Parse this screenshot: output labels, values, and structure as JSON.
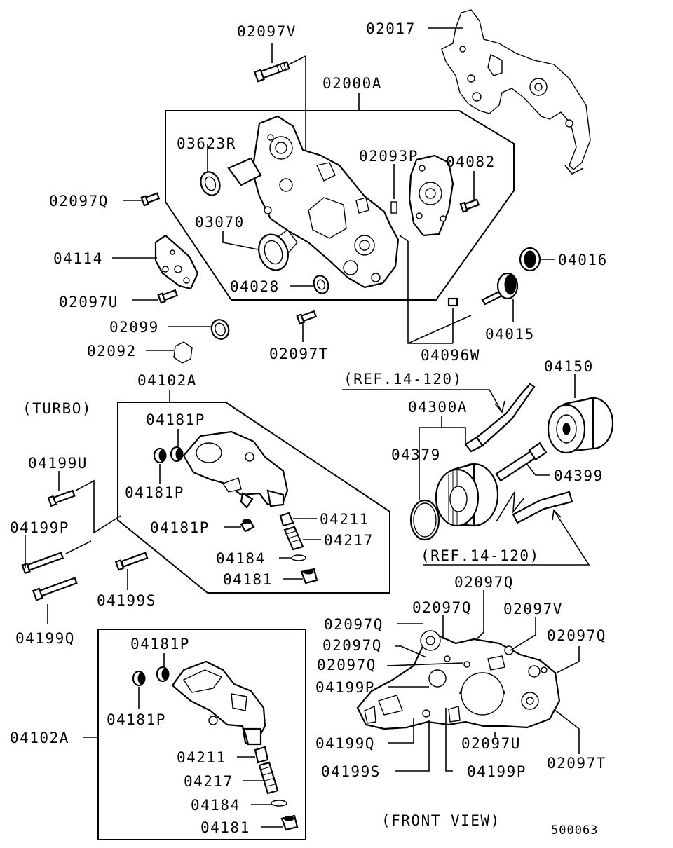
{
  "labels": {
    "p02097V_top": "02097V",
    "p02017": "02017",
    "p02000A": "02000A",
    "p03623R": "03623R",
    "p02093P": "02093P",
    "p04082": "04082",
    "p02097Q_left": "02097Q",
    "p03070": "03070",
    "p04114": "04114",
    "p04016": "04016",
    "p04028": "04028",
    "p02097U_left": "02097U",
    "p04015": "04015",
    "p02099": "02099",
    "p02092": "02092",
    "p02097T_mid": "02097T",
    "p04096W": "04096W",
    "p04102A_turbo": "04102A",
    "turbo": "(TURBO)",
    "ref_top": "(REF.14-120)",
    "p04150": "04150",
    "p04300A": "04300A",
    "p04181P_a": "04181P",
    "p04199U": "04199U",
    "p04379": "04379",
    "p04399": "04399",
    "p04181P_b": "04181P",
    "p04199P_left": "04199P",
    "p04181P_c": "04181P",
    "p04211_turbo": "04211",
    "p04217_turbo": "04217",
    "ref_bottom": "(REF.14-120)",
    "p04184_turbo": "04184",
    "p04181_turbo": "04181",
    "p04199S_left": "04199S",
    "p04199Q_left": "04199Q",
    "fv_02097Q_a": "02097Q",
    "fv_02097Q_b": "02097Q",
    "fv_02097V": "02097V",
    "fv_02097Q_c": "02097Q",
    "fv_02097Q_d": "02097Q",
    "fv_02097Q_e": "02097Q",
    "fv_02097Q_f": "02097Q",
    "p04181P_d": "04181P",
    "fv_04199P_a": "04199P",
    "p04181P_e": "04181P",
    "p04102A_na": "04102A",
    "fv_04199Q": "04199Q",
    "fv_02097U": "02097U",
    "fv_02097T": "02097T",
    "p04211_na": "04211",
    "fv_04199S": "04199S",
    "fv_04199P_b": "04199P",
    "p04217_na": "04217",
    "p04184_na": "04184",
    "p04181_na": "04181",
    "front_view": "(FRONT VIEW)",
    "diagram_number": "500063"
  }
}
